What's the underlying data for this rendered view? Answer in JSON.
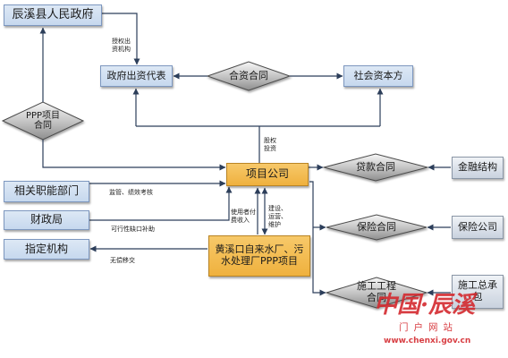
{
  "nodes": {
    "county_government": "辰溪县人民政府",
    "gov_representative": "政府出资代表",
    "jv_contract": "合资合同",
    "social_capital": "社会资本方",
    "ppp_contract": [
      "PPP项目",
      "合同"
    ],
    "project_company": "项目公司",
    "loan_contract": "贷款合同",
    "financial_institution": "金融结构",
    "functional_departments": "相关职能部门",
    "finance_bureau": "财政局",
    "insurance_contract": "保险合同",
    "insurer": "保险公司",
    "designated_agency": "指定机构",
    "project": [
      "黄溪口自来水厂、污",
      "水处理厂PPP项目"
    ],
    "construction_contract": [
      "施工工程",
      "合同"
    ],
    "general_contractor": [
      "施工总承",
      "包"
    ]
  },
  "edge_labels": {
    "authorized": [
      "授权出",
      "资机构"
    ],
    "equity": [
      "股权",
      "投资"
    ],
    "supervision": "监管、绩效考核",
    "subsidy": "可行性缺口补助",
    "user_fees": [
      "使用者付",
      "费收入"
    ],
    "build_operate": [
      "建设、",
      "运营、",
      "维护"
    ],
    "transfer": "无偿移交"
  },
  "watermark": {
    "logo": "中国·辰溪",
    "portal": "门户网站",
    "url": "www.chenxi.gov.cn"
  },
  "colors": {
    "node_fill": "#c6d8ee",
    "highlight_fill": "#efb13e",
    "side_fill": "#c9d2de",
    "connector": "#2c3e5a",
    "watermark": "#d42a2f"
  }
}
